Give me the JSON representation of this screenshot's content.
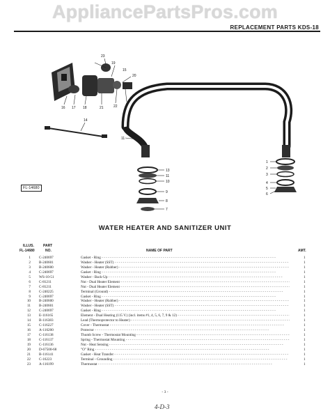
{
  "watermark": "AppliancePartsPros.com",
  "header": {
    "title": "REPLACEMENT PARTS KDS-18"
  },
  "figure": {
    "label": "FL-14680",
    "callouts": [
      "23",
      "19",
      "15",
      "20",
      "16",
      "17",
      "18",
      "21",
      "22",
      "14",
      "11",
      "13",
      "11",
      "10",
      "9",
      "8",
      "7",
      "1",
      "2",
      "3",
      "4",
      "5",
      "6"
    ]
  },
  "section_title": "WATER HEATER AND SANITIZER UNIT",
  "table": {
    "headers": {
      "illus": "ILLUS.",
      "part": "PART",
      "illus_sub": "FL-14680",
      "part_sub": "NO.",
      "name": "NAME OF PART",
      "amt": "AMT."
    },
    "rows": [
      {
        "no": "1",
        "part": "C-240697",
        "name": "Gasket - Ring",
        "qty": "1"
      },
      {
        "no": "2",
        "part": "B-240601",
        "name": "Washer - Heater (SST)",
        "qty": "1"
      },
      {
        "no": "3",
        "part": "B-240600",
        "name": "Washer - Heater (Rubber)",
        "qty": "1"
      },
      {
        "no": "4",
        "part": "C-240697",
        "name": "Gasket - Ring",
        "qty": "1"
      },
      {
        "no": "5",
        "part": "WS-10-51",
        "name": "Washer - Back-Up",
        "qty": "1"
      },
      {
        "no": "6",
        "part": "C-81211",
        "name": "Nut - Dual Heater Element",
        "qty": "1"
      },
      {
        "no": "7",
        "part": "C-81211",
        "name": "Nut - Dual Heater Element",
        "qty": "1"
      },
      {
        "no": "8",
        "part": "C-240225",
        "name": "Terminal (Ground)",
        "qty": "1"
      },
      {
        "no": "9",
        "part": "C-240697",
        "name": "Gasket - Ring",
        "qty": "1"
      },
      {
        "no": "10",
        "part": "B-240600",
        "name": "Washer - Heater (Rubber)",
        "qty": "1"
      },
      {
        "no": "11",
        "part": "B-240601",
        "name": "Washer - Heater (SST)",
        "qty": "1"
      },
      {
        "no": "12",
        "part": "C-240697",
        "name": "Gasket - Ring",
        "qty": "1"
      },
      {
        "no": "13",
        "part": "E-116165",
        "name": "Element - Dual Heating (115 V.) (incl. items #1, 4, 5, 6, 7, 9 & 12)",
        "qty": "1"
      },
      {
        "no": "14",
        "part": "B-116383",
        "name": "Lead (Thermoprotector to Heater)",
        "qty": "1"
      },
      {
        "no": "15",
        "part": "C-116227",
        "name": "Cover - Thermostat",
        "qty": "1"
      },
      {
        "no": "16",
        "part": "A-116200",
        "name": "Protector",
        "qty": "1"
      },
      {
        "no": "17",
        "part": "C-116138",
        "name": "Thumb Screw - Thermostat Mounting",
        "qty": "1"
      },
      {
        "no": "18",
        "part": "C-116137",
        "name": "Spring - Thermostat Mounting",
        "qty": "1"
      },
      {
        "no": "19",
        "part": "C-116136",
        "name": "Nut - Heat Sensing",
        "qty": "1"
      },
      {
        "no": "20",
        "part": "D-67500-68",
        "name": "\"O\" Ring",
        "qty": "1"
      },
      {
        "no": "21",
        "part": "B-116141",
        "name": "Gasket - Heat Transfer",
        "qty": "1"
      },
      {
        "no": "22",
        "part": "C-16223",
        "name": "Terminal - Grounding",
        "qty": "1"
      },
      {
        "no": "23",
        "part": "A-116199",
        "name": "Thermostat",
        "qty": "1"
      }
    ]
  },
  "footer": {
    "page_number": "- 3 -",
    "handwritten": "4-D-3"
  }
}
